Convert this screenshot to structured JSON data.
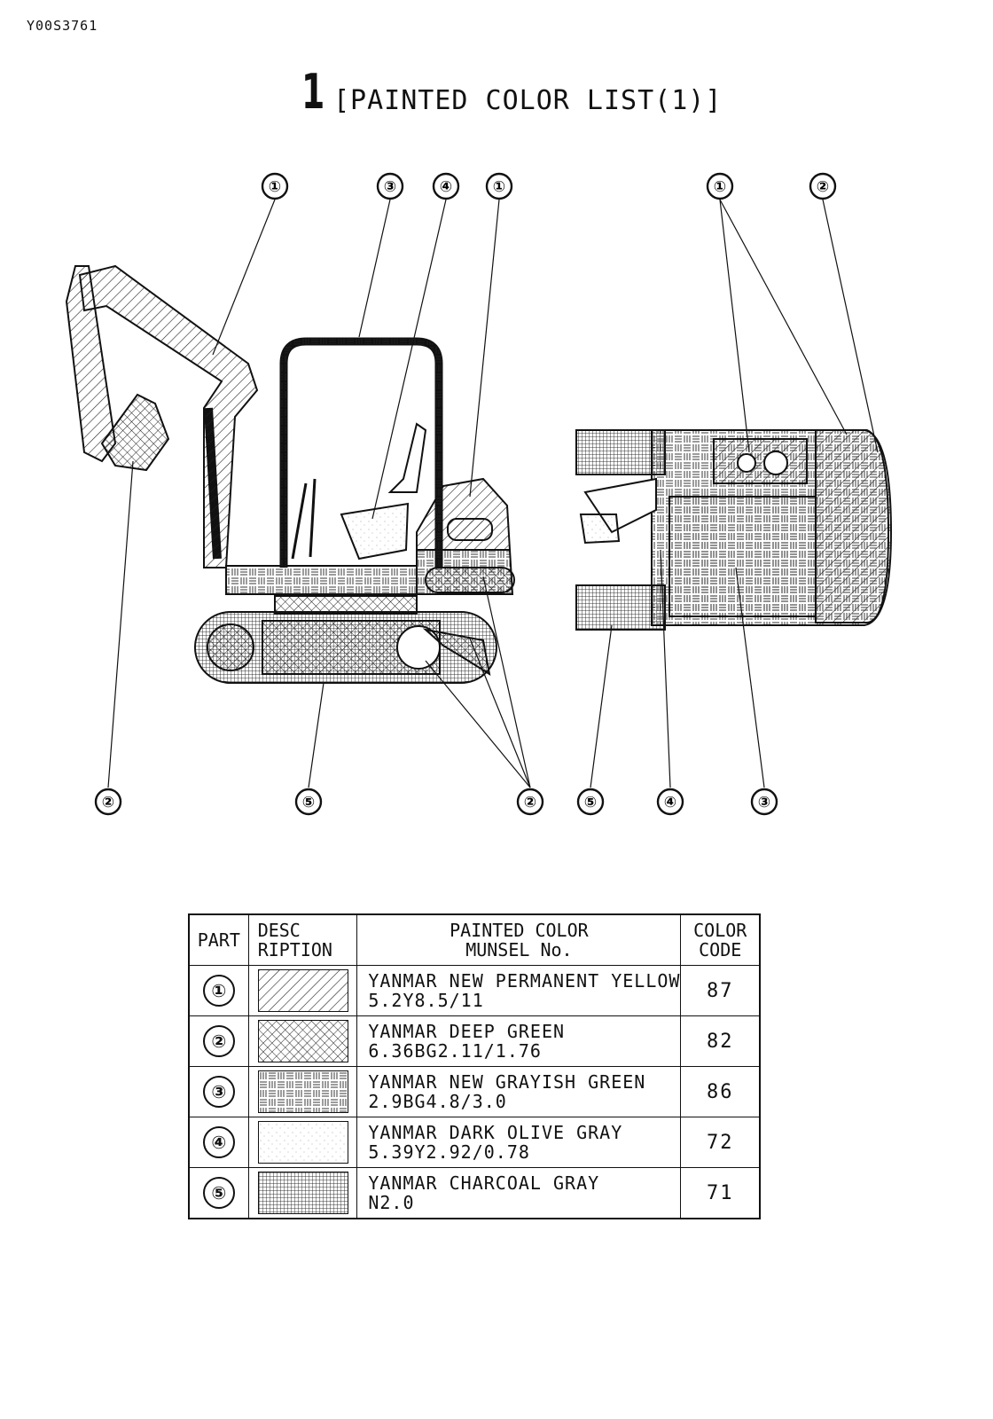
{
  "document_id": "Y00S3761",
  "title": {
    "number": "1",
    "text": "[PAINTED COLOR LIST(1)]"
  },
  "callouts_left": [
    "①",
    "③",
    "④",
    "①",
    "②",
    "⑤",
    "②"
  ],
  "callouts_right": [
    "①",
    "②",
    "⑤",
    "④",
    "③"
  ],
  "table": {
    "headers": {
      "part": "PART",
      "desc_line1": "DESC",
      "desc_line2": "RIPTION",
      "color_line1": "PAINTED COLOR",
      "color_line2": "MUNSEL No.",
      "code_line1": "COLOR",
      "code_line2": "CODE"
    },
    "rows": [
      {
        "part": "①",
        "pattern": "diagonal-hatch",
        "name": "YANMAR NEW PERMANENT YELLOW",
        "munsell": "5.2Y8.5/11",
        "code": "87"
      },
      {
        "part": "②",
        "pattern": "cross-hatch",
        "name": "YANMAR DEEP GREEN",
        "munsell": "6.36BG2.11/1.76",
        "code": "82"
      },
      {
        "part": "③",
        "pattern": "basket-weave",
        "name": "YANMAR NEW GRAYISH GREEN",
        "munsell": "2.9BG4.8/3.0",
        "code": "86"
      },
      {
        "part": "④",
        "pattern": "light-stipple",
        "name": "YANMAR DARK OLIVE GRAY",
        "munsell": "5.39Y2.92/0.78",
        "code": "72"
      },
      {
        "part": "⑤",
        "pattern": "fine-grid",
        "name": "YANMAR CHARCOAL GRAY",
        "munsell": "N2.0",
        "code": "71"
      }
    ]
  }
}
